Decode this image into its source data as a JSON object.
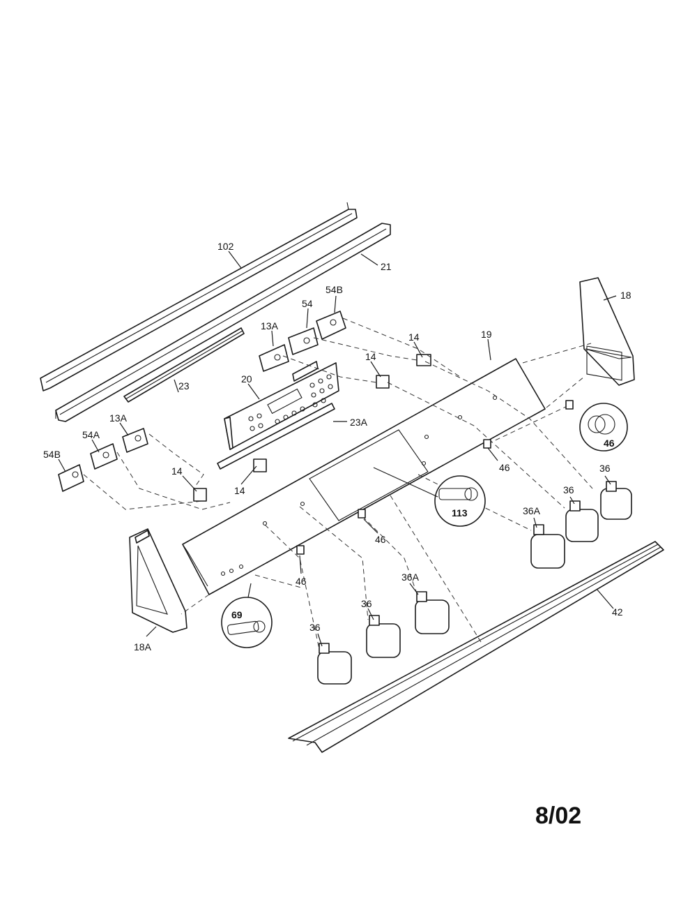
{
  "diagram": {
    "date_stamp": "8/02",
    "callouts": {
      "c102": "102",
      "c21": "21",
      "c54b_top": "54B",
      "c54_top": "54",
      "c13a_top": "13A",
      "c18": "18",
      "c19": "19",
      "c14_a": "14",
      "c14_b": "14",
      "c20": "20",
      "c23": "23",
      "c23a": "23A",
      "c13a_left": "13A",
      "c54a": "54A",
      "c54b_left": "54B",
      "c14_c": "14",
      "c14_d": "14",
      "c46_circle": "46",
      "c36_a": "36",
      "c36_b": "36",
      "c46_a": "46",
      "c36a_right": "36A",
      "c113": "113",
      "c46_b": "46",
      "c46_c": "46",
      "c69": "69",
      "c36a_mid": "36A",
      "c36_c": "36",
      "c36_d": "36",
      "c42": "42",
      "c18a": "18A"
    }
  }
}
